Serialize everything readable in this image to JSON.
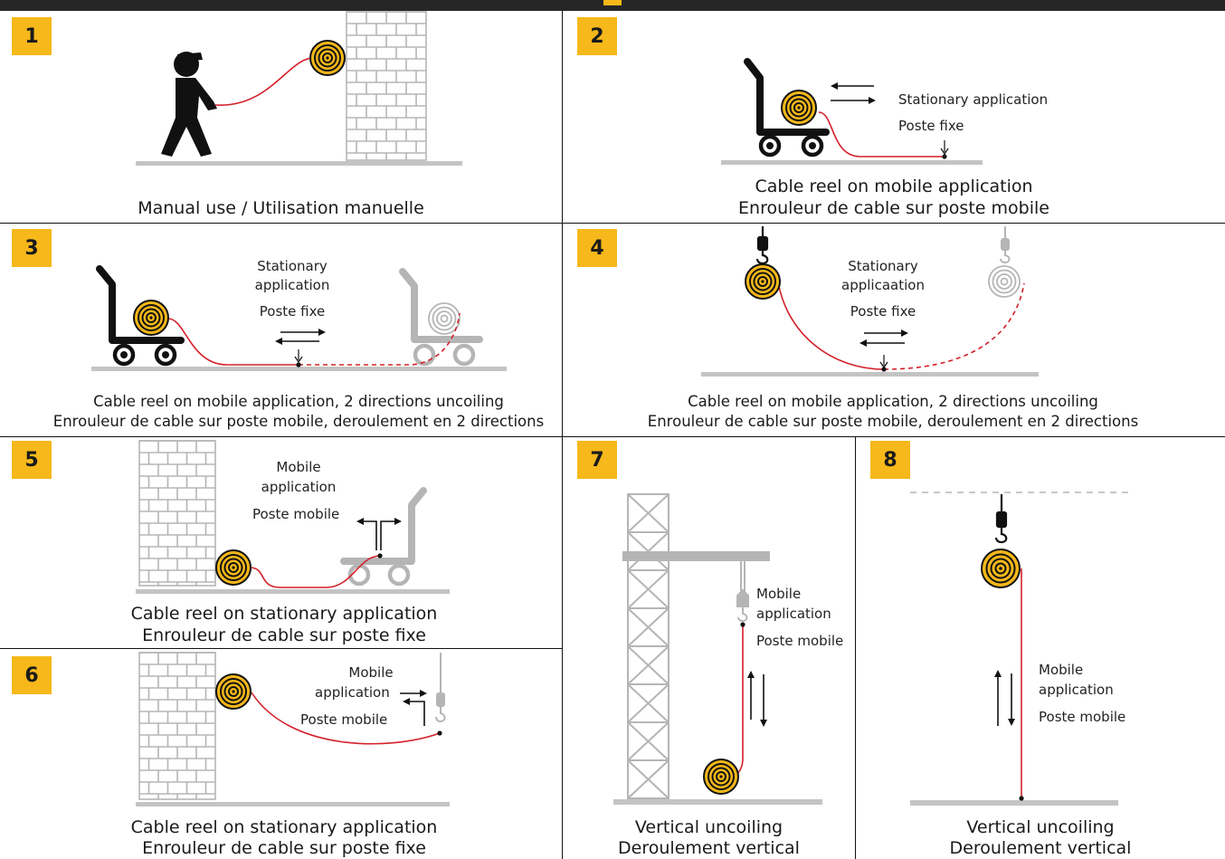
{
  "panels": [
    {
      "number": "1",
      "captions": [
        "Manual use / Utilisation manuelle"
      ]
    },
    {
      "number": "2",
      "labels": [
        "Stationary application",
        "Poste fixe"
      ],
      "captions": [
        "Cable reel on mobile application",
        "Enrouleur de cable sur poste mobile"
      ]
    },
    {
      "number": "3",
      "labels": [
        "Stationary",
        "application",
        "Poste fixe"
      ],
      "captions": [
        "Cable reel on mobile application, 2 directions uncoiling",
        "Enrouleur de cable sur poste mobile, deroulement en 2 directions"
      ]
    },
    {
      "number": "4",
      "labels": [
        "Stationary",
        "applicaation",
        "Poste fixe"
      ],
      "captions": [
        "Cable reel on mobile application, 2 directions uncoiling",
        "Enrouleur de cable sur poste mobile, deroulement en 2 directions"
      ]
    },
    {
      "number": "5",
      "labels": [
        "Mobile",
        "application",
        "Poste mobile"
      ],
      "captions": [
        "Cable reel on stationary application",
        "Enrouleur de cable sur poste fixe"
      ]
    },
    {
      "number": "6",
      "labels": [
        "Mobile",
        "application",
        "Poste mobile"
      ],
      "captions": [
        "Cable reel on stationary application",
        "Enrouleur de cable sur poste fixe"
      ]
    },
    {
      "number": "7",
      "labels": [
        "Mobile",
        "application",
        "Poste mobile"
      ],
      "captions": [
        "Vertical uncoiling",
        "Deroulement vertical"
      ]
    },
    {
      "number": "8",
      "labels": [
        "Mobile",
        "application",
        "Poste mobile"
      ],
      "captions": [
        "Vertical uncoiling",
        "Deroulement vertical"
      ]
    }
  ],
  "colors": {
    "accent": "#f6b81a",
    "cable": "#d4202a",
    "dark": "#111111",
    "ghost": "#b5b5b5",
    "ground": "#c4c4c4",
    "header": "#262626"
  }
}
